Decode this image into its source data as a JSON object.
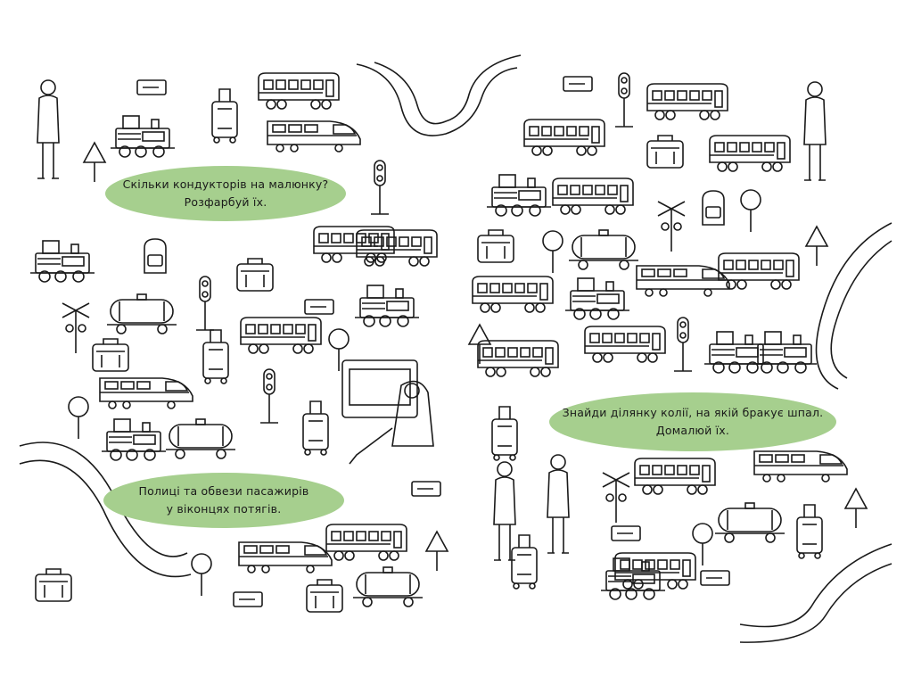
{
  "left_page": {
    "task_conductors": {
      "line1": "Скільки кондукторів на малюнку?",
      "line2": "Розфарбуй їх."
    },
    "task_luggage": {
      "line1": "Полиці та обвези пасажирів",
      "line2": "у віконцях потягів."
    }
  },
  "right_page": {
    "task_track": {
      "line1": "Знайди ділянку колії, на якій бракує шпал.",
      "line2": "Домалюй їх."
    }
  },
  "colors": {
    "bubble_fill": "#a6cf8e",
    "ink": "#1a1a1a",
    "paper": "#ffffff"
  },
  "icons": [
    "conductor-icon",
    "locomotive-icon",
    "train-car-icon",
    "suitcase-icon",
    "ticket-icon",
    "traffic-sign-icon",
    "railway-track-icon",
    "railroad-crossing-icon",
    "semaphore-signal-icon",
    "tank-wagon-icon",
    "backpack-icon",
    "passenger-icon"
  ]
}
